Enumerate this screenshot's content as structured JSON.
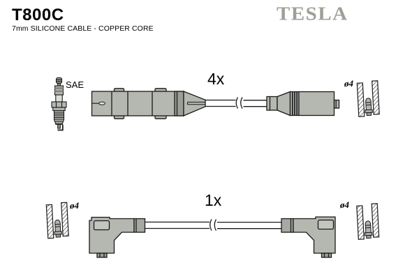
{
  "header": {
    "product_code": "T800C",
    "subtitle": "7mm SILICONE CABLE - COPPER CORE",
    "brand": "TESLA"
  },
  "colors": {
    "background": "#ffffff",
    "outline": "#1a1a1a",
    "part_fill": "#b4b8b1",
    "part_fill_dark": "#9a9e97",
    "brand_gray": "#9ba197"
  },
  "top_diagram": {
    "quantity_label": "4x",
    "spark_plug_standard": "SAE",
    "terminal_diameter_label": "ø4"
  },
  "bottom_diagram": {
    "quantity_label": "1x",
    "terminal_diameter_label_left": "ø4",
    "terminal_diameter_label_right": "ø4"
  }
}
